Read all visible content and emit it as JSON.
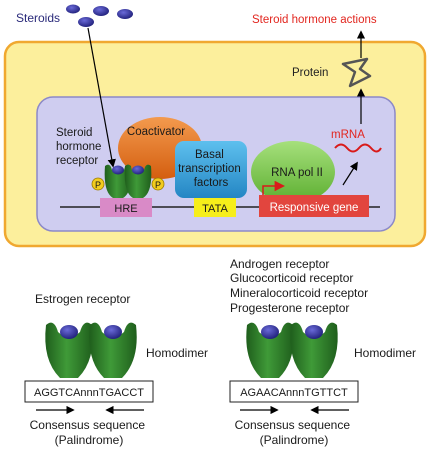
{
  "top": {
    "steroids_label": "Steroids",
    "actions_label": "Steroid hormone actions",
    "protein_label": "Protein",
    "mrna_label": "mRNA"
  },
  "nucleus": {
    "receptor_label_lines": [
      "Steroid",
      "hormone",
      "receptor"
    ],
    "coactivator_label": "Coactivator",
    "basal_label_lines": [
      "Basal",
      "transcription",
      "factors"
    ],
    "rnapol_label": "RNA pol II",
    "hre_label": "HRE",
    "tata_label": "TATA",
    "responsive_gene_label": "Responsive gene",
    "phospho_label": "P"
  },
  "left_panel": {
    "receptor_label": "Estrogen receptor",
    "dimer_label": "Homodimer",
    "sequence": "AGGTCAnnnTGACCT",
    "caption_lines": [
      "Consensus sequence",
      "(Palindrome)"
    ]
  },
  "right_panel": {
    "receptor_lines": [
      "Androgen receptor",
      "Glucocorticoid receptor",
      "Mineralocorticoid receptor",
      "Progesterone receptor"
    ],
    "dimer_label": "Homodimer",
    "sequence": "AGAACAnnnTGTTCT",
    "caption_lines": [
      "Consensus sequence",
      "(Palindrome)"
    ]
  },
  "colors": {
    "cell_fill": "#fcef9c",
    "cell_stroke": "#f0a830",
    "nucleus_fill": "#cfcdf0",
    "coactivator": "#e9721b",
    "basal": "#35a4dc",
    "rnapol": "#7ccb4a",
    "hre": "#d98ac7",
    "tata": "#f6ee1a",
    "responsive_gene": "#e2453e",
    "receptor_green": "#2f7a2b",
    "ligand_navy": "#2a2a8c",
    "actions_red": "#e2261f"
  }
}
